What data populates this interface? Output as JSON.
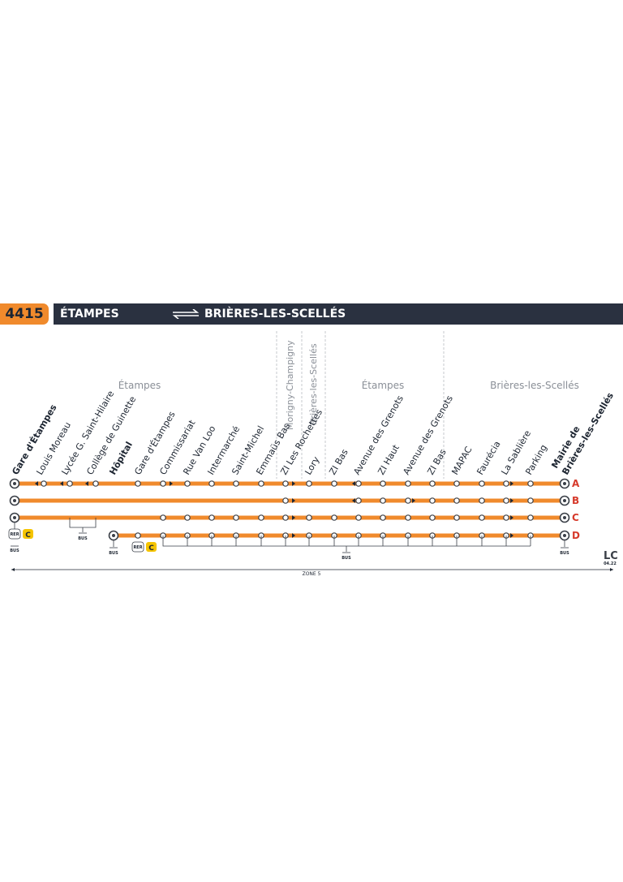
{
  "header": {
    "line_number": "4415",
    "origin": "ÉTAMPES",
    "destination": "BRIÈRES-LES-SCELLÉS"
  },
  "zones": {
    "etampes_1": "Étampes",
    "morigny": "Morigny-Champigny",
    "brieres_1": "Brières-les-Scellés",
    "etampes_2": "Étampes",
    "brieres_2": "Brières-les-Scellés"
  },
  "stops": [
    {
      "id": "gare-etampes",
      "name": "Gare d'Étampes",
      "bold": true
    },
    {
      "id": "louis-moreau",
      "name": "Louis Moreau"
    },
    {
      "id": "lycee-saint-hilaire",
      "name": "Lycée G. Saint-Hilaire"
    },
    {
      "id": "college-guinette",
      "name": "Collège de Guinette"
    },
    {
      "id": "hopital",
      "name": "Hôpital",
      "bold": true
    },
    {
      "id": "gare-etampes-2",
      "name": "Gare d'Étampes"
    },
    {
      "id": "commissariat",
      "name": "Commissariat"
    },
    {
      "id": "rue-van-loo",
      "name": "Rue Van Loo"
    },
    {
      "id": "intermarche",
      "name": "Intermarché"
    },
    {
      "id": "saint-michel",
      "name": "Saint-Michel"
    },
    {
      "id": "emmaus-bas",
      "name": "Emmaüs Bas"
    },
    {
      "id": "zi-les-rochettes",
      "name": "ZI Les Rochettes"
    },
    {
      "id": "lory",
      "name": "Lory"
    },
    {
      "id": "zi-bas",
      "name": "ZI Bas"
    },
    {
      "id": "avenue-grenots",
      "name": "Avenue des Grenots"
    },
    {
      "id": "zi-haut",
      "name": "ZI Haut"
    },
    {
      "id": "avenue-grenots-2",
      "name": "Avenue des Grenots"
    },
    {
      "id": "zi-bas-2",
      "name": "ZI Bas"
    },
    {
      "id": "mapac",
      "name": "MAPAC"
    },
    {
      "id": "faurecia",
      "name": "Faurécia"
    },
    {
      "id": "la-sabliere",
      "name": "La Sablière"
    },
    {
      "id": "parking",
      "name": "Parking"
    },
    {
      "id": "mairie-brieres",
      "name": "Mairie de",
      "name2": "Brières-les-Scellés",
      "bold": true
    }
  ],
  "variants": [
    {
      "letter": "A"
    },
    {
      "letter": "B"
    },
    {
      "letter": "C"
    },
    {
      "letter": "D"
    }
  ],
  "connections": {
    "rer": "RER",
    "rer_line": "C",
    "bus": "BUS"
  },
  "footer": {
    "zone": "ZONE 5",
    "logo": "LC",
    "date": "04.22"
  },
  "colors": {
    "line": "#f08a2c",
    "header_bg": "#2a3140",
    "variant_letter": "#d63a2b",
    "rer_badge": "#f5c400"
  }
}
